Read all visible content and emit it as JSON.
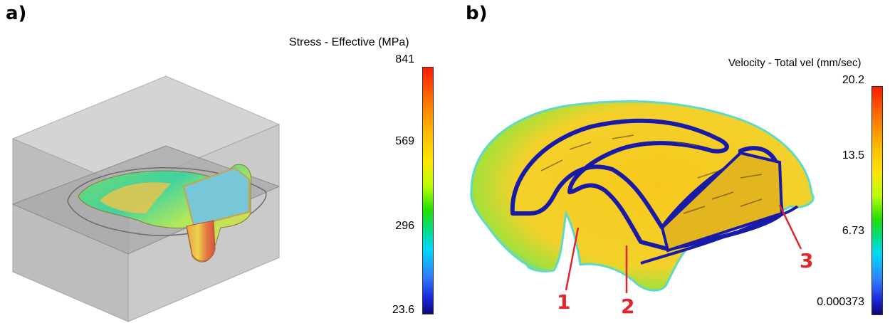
{
  "panel_a": {
    "label": "a)",
    "legend": {
      "title": "Stress - Effective (MPa)",
      "ticks": [
        "841",
        "569",
        "296",
        "23.6"
      ]
    }
  },
  "panel_b": {
    "label": "b)",
    "legend": {
      "title": "Velocity - Total vel (mm/sec)",
      "ticks": [
        "20.2",
        "13.5",
        "6.73",
        "0.000373"
      ]
    },
    "callouts": [
      "1",
      "2",
      "3"
    ]
  },
  "colors": {
    "callout": "#e0262a",
    "die_gray": "#c9c9c9",
    "vector_blue": "#1a1aa8"
  }
}
